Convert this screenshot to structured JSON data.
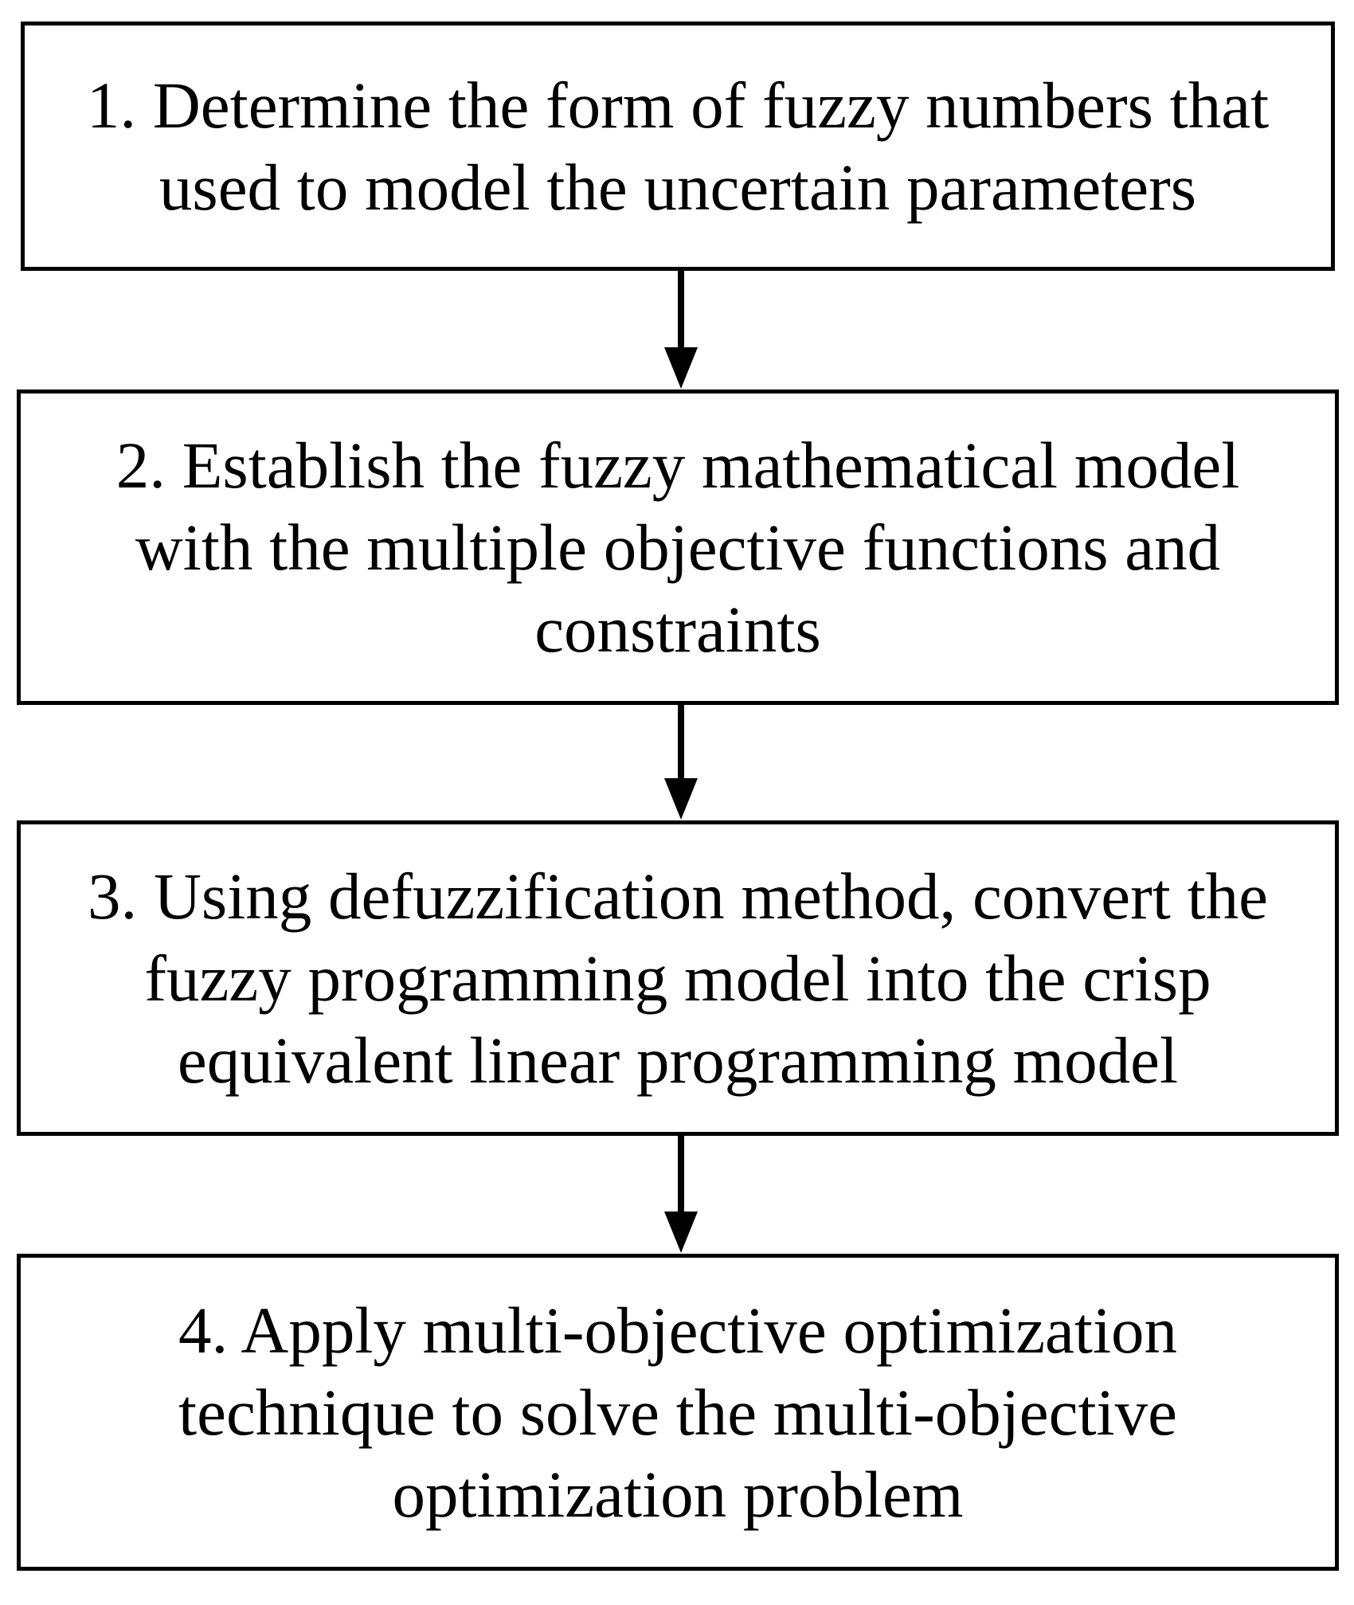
{
  "colors": {
    "stroke": "#000000",
    "background": "#ffffff",
    "text": "#000000"
  },
  "steps": [
    {
      "lines": [
        "1. Determine the form of fuzzy numbers that",
        "used to model the uncertain parameters"
      ]
    },
    {
      "lines": [
        "2. Establish the fuzzy mathematical model",
        "with the multiple objective functions and",
        "constraints"
      ]
    },
    {
      "lines": [
        "3. Using defuzzification method, convert the",
        "fuzzy programming model into the crisp",
        "equivalent linear programming model"
      ]
    },
    {
      "lines": [
        "4. Apply multi-objective optimization",
        "technique to solve the multi-objective",
        "optimization problem"
      ]
    }
  ]
}
